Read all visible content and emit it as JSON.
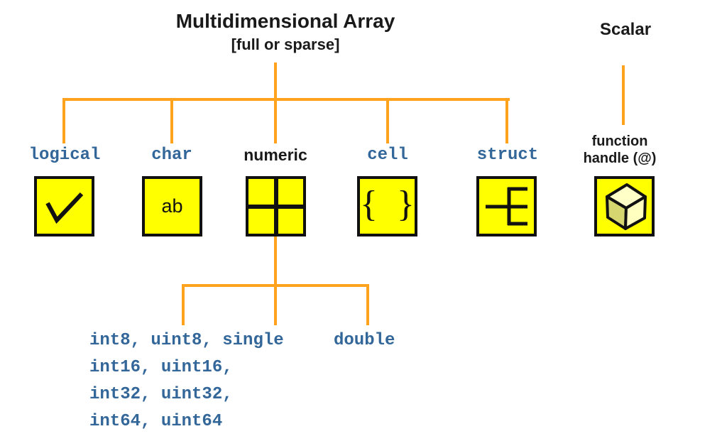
{
  "diagram": {
    "root": {
      "title": "Multidimensional Array",
      "subtitle": "[full or sparse]"
    },
    "scalar": {
      "title": "Scalar",
      "node_label_line1": "function",
      "node_label_line2": "handle (@)"
    },
    "types": {
      "logical": "logical",
      "char": "char",
      "numeric": "numeric",
      "cell": "cell",
      "struct": "struct"
    },
    "icons": {
      "logical": "checkmark-icon",
      "char_text": "ab",
      "numeric": "grid-2x2-icon",
      "cell_text": "{ }",
      "struct": "tree-branches-icon",
      "function_handle": "cube-3d-icon"
    },
    "numeric_subtypes": {
      "line1_left": "int8, uint8, single",
      "line1_right": "double",
      "line2": "int16, uint16,",
      "line3": "int32, uint32,",
      "line4": "int64, uint64"
    }
  },
  "colors": {
    "line_orange": "#FFA21E",
    "label_blue": "#336699",
    "icon_yellow": "#FFFF00",
    "icon_border": "#111111",
    "text_black": "#1A1A1A",
    "cube_top": "#FFFFC8",
    "cube_left": "#D6D670",
    "cube_right": "#FFFFC0"
  }
}
